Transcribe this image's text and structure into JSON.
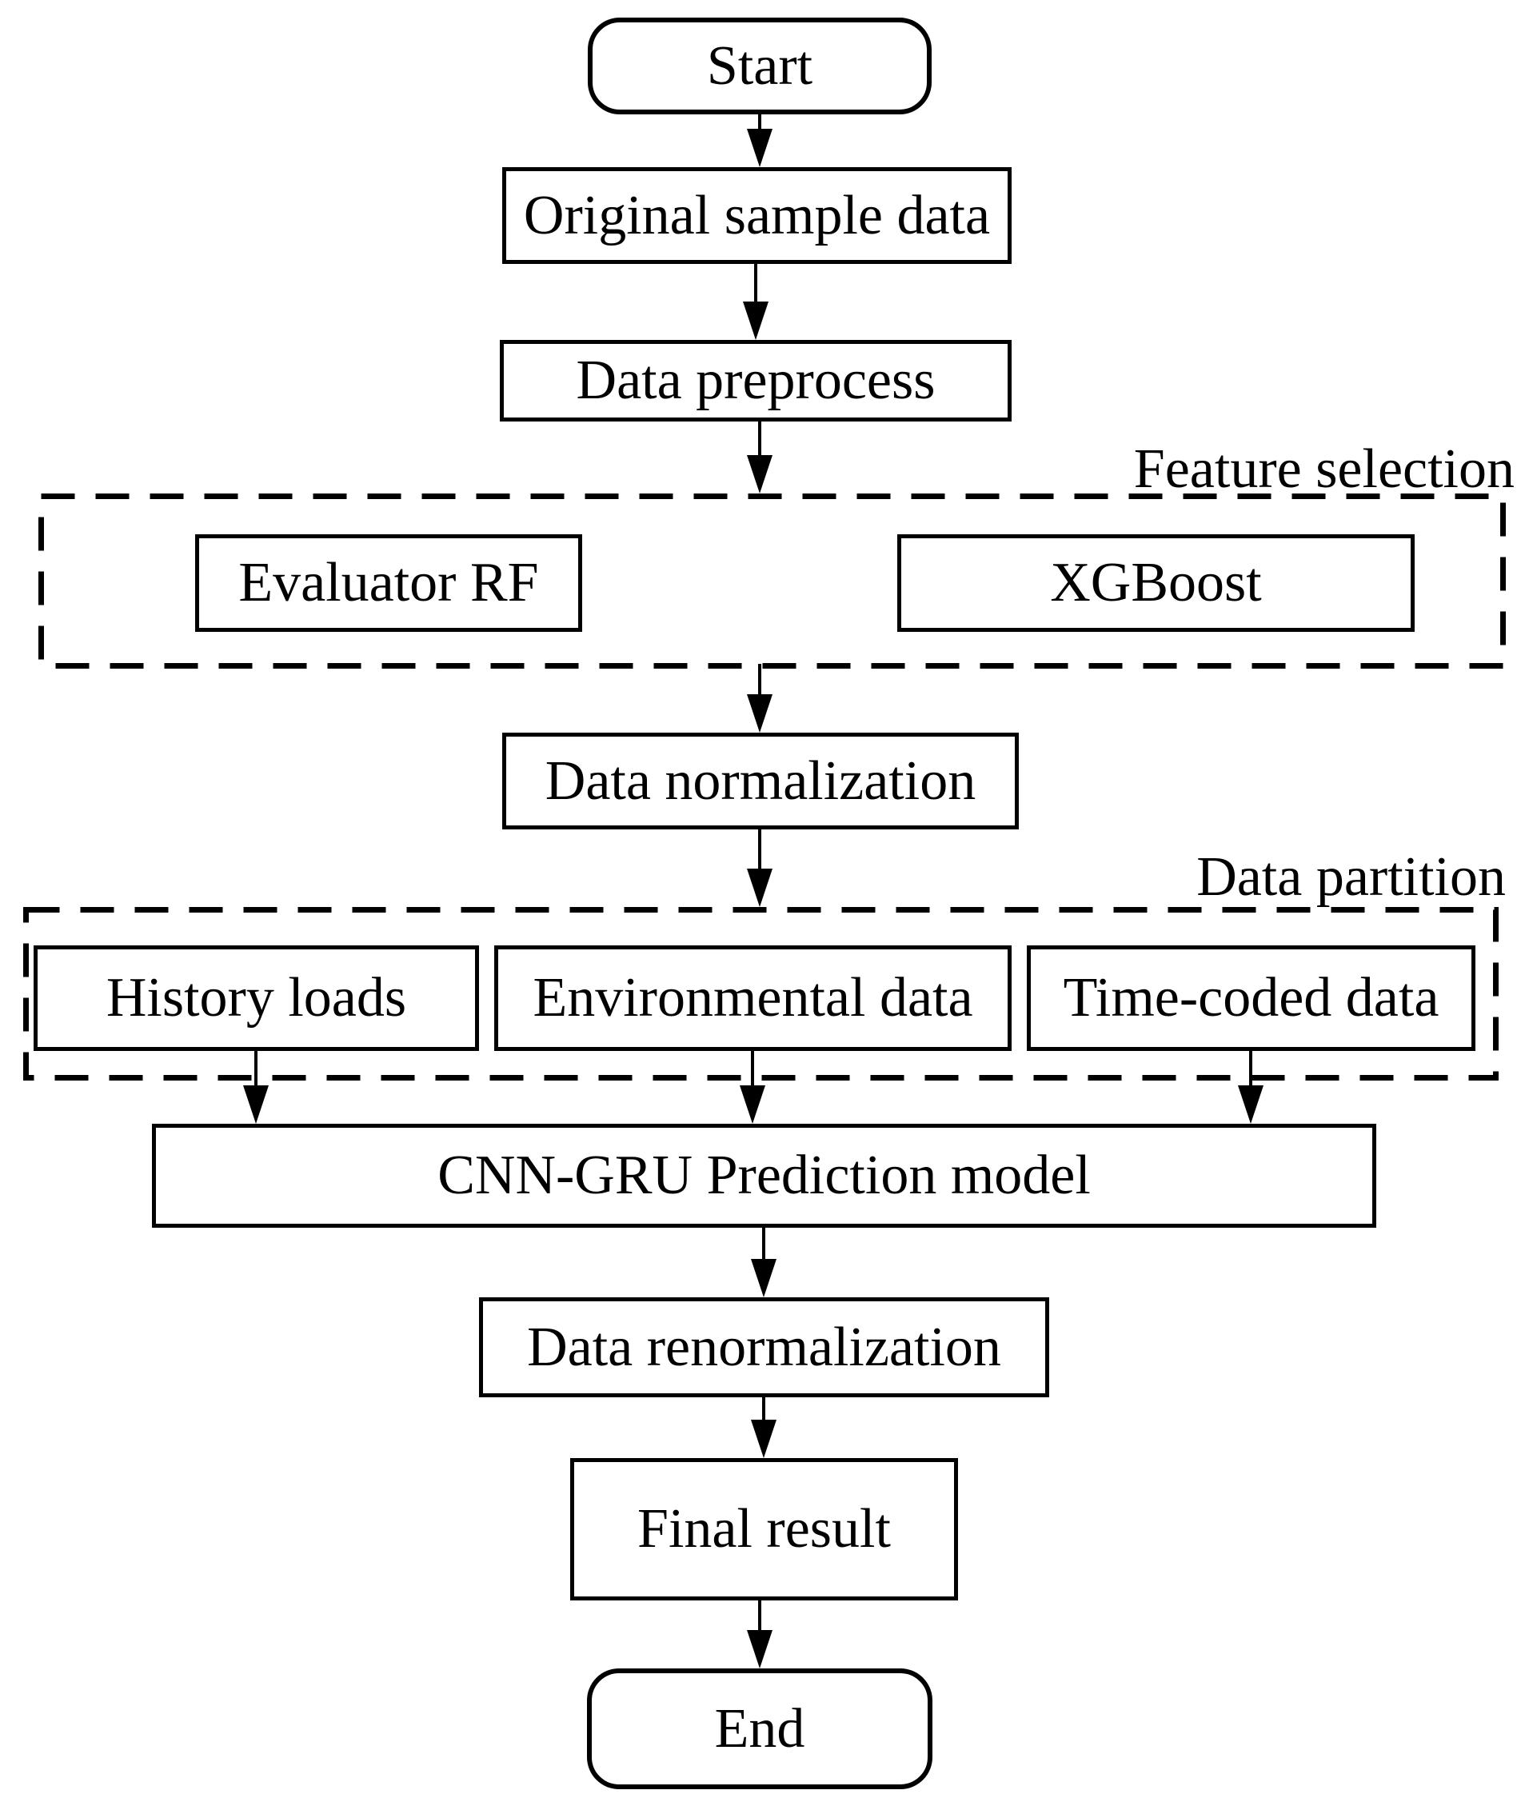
{
  "diagram": {
    "type": "flowchart",
    "colors": {
      "stroke": "#000000",
      "fill": "#ffffff",
      "text": "#000000",
      "background": "#ffffff"
    },
    "nodes": {
      "start": {
        "label": "Start",
        "shape": "rounded"
      },
      "original_sample_data": {
        "label": "Original sample data",
        "shape": "rectangle"
      },
      "data_preprocess": {
        "label": "Data preprocess",
        "shape": "rectangle"
      },
      "evaluator_rf": {
        "label": "Evaluator RF",
        "shape": "rectangle",
        "group": "feature_selection"
      },
      "xgboost": {
        "label": "XGBoost",
        "shape": "rectangle",
        "group": "feature_selection"
      },
      "data_normalization": {
        "label": "Data normalization",
        "shape": "rectangle"
      },
      "history_loads": {
        "label": "History loads",
        "shape": "rectangle",
        "group": "data_partition"
      },
      "environmental_data": {
        "label": "Environmental data",
        "shape": "rectangle",
        "group": "data_partition"
      },
      "time_coded_data": {
        "label": "Time-coded data",
        "shape": "rectangle",
        "group": "data_partition"
      },
      "cnn_gru_model": {
        "label": "CNN-GRU Prediction model",
        "shape": "rectangle"
      },
      "data_renormalization": {
        "label": "Data renormalization",
        "shape": "rectangle"
      },
      "final_result": {
        "label": "Final result",
        "shape": "rectangle"
      },
      "end": {
        "label": "End",
        "shape": "rounded"
      }
    },
    "groups": {
      "feature_selection": {
        "label": "Feature selection",
        "style": "dashed"
      },
      "data_partition": {
        "label": "Data partition",
        "style": "dashed"
      }
    },
    "edges": [
      {
        "from": "start",
        "to": "original_sample_data"
      },
      {
        "from": "original_sample_data",
        "to": "data_preprocess"
      },
      {
        "from": "data_preprocess",
        "to": "feature_selection"
      },
      {
        "from": "feature_selection",
        "to": "data_normalization"
      },
      {
        "from": "data_normalization",
        "to": "data_partition"
      },
      {
        "from": "history_loads",
        "to": "cnn_gru_model"
      },
      {
        "from": "environmental_data",
        "to": "cnn_gru_model"
      },
      {
        "from": "time_coded_data",
        "to": "cnn_gru_model"
      },
      {
        "from": "cnn_gru_model",
        "to": "data_renormalization"
      },
      {
        "from": "data_renormalization",
        "to": "final_result"
      },
      {
        "from": "final_result",
        "to": "end"
      }
    ]
  }
}
